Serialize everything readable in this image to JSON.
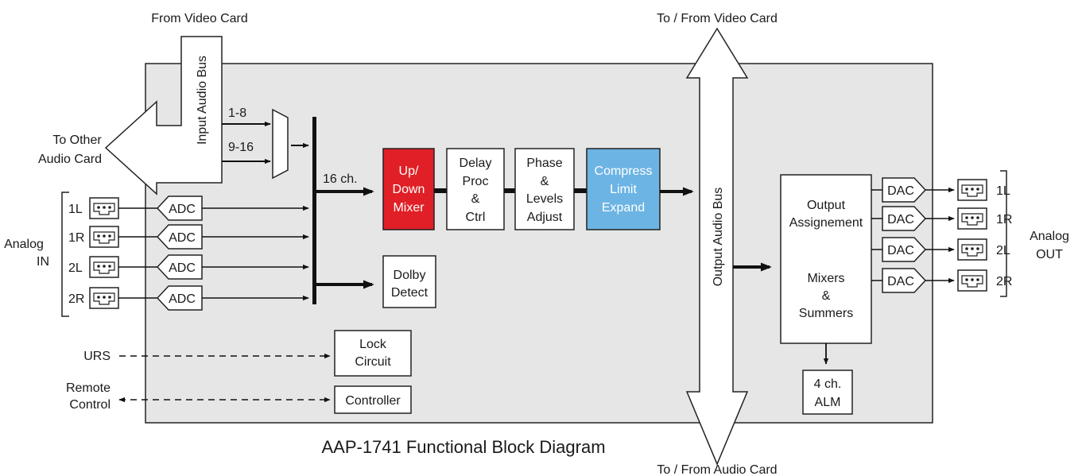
{
  "labels": {
    "from_video_card": "From Video Card",
    "to_from_video_card": "To / From Video Card",
    "to_from_audio_card": "To / From Audio Card",
    "to_other_audio_card": [
      "To Other",
      "Audio Card"
    ],
    "input_audio_bus": "Input Audio Bus",
    "output_audio_bus": "Output Audio Bus",
    "in_1_8": "1-8",
    "in_9_16": "9-16",
    "sixteen_ch": "16 ch.",
    "analog_in": [
      "Analog",
      "IN"
    ],
    "analog_out": [
      "Analog",
      "OUT"
    ],
    "urs": "URS",
    "remote_control": [
      "Remote",
      "Control"
    ],
    "caption": "AAP-1741 Functional Block Diagram"
  },
  "blocks": {
    "up_down_mixer": [
      "Up/",
      "Down",
      "Mixer"
    ],
    "delay_proc": [
      "Delay",
      "Proc",
      "&",
      "Ctrl"
    ],
    "phase_levels": [
      "Phase",
      "&",
      "Levels",
      "Adjust"
    ],
    "compress": [
      "Compress",
      "Limit",
      "Expand"
    ],
    "dolby_detect": [
      "Dolby",
      "Detect"
    ],
    "lock_circuit": [
      "Lock",
      "Circuit"
    ],
    "controller": "Controller",
    "output_assign": [
      "Output",
      "Assignement"
    ],
    "mixers": [
      "Mixers",
      "&",
      "Summers"
    ],
    "alm": [
      "4 ch.",
      "ALM"
    ]
  },
  "inputs": [
    {
      "channel": "1L",
      "converter": "ADC"
    },
    {
      "channel": "1R",
      "converter": "ADC"
    },
    {
      "channel": "2L",
      "converter": "ADC"
    },
    {
      "channel": "2R",
      "converter": "ADC"
    }
  ],
  "outputs": [
    {
      "channel": "1L",
      "converter": "DAC"
    },
    {
      "channel": "1R",
      "converter": "DAC"
    },
    {
      "channel": "2L",
      "converter": "DAC"
    },
    {
      "channel": "2R",
      "converter": "DAC"
    }
  ],
  "colors": {
    "panel": "#e6e6e6",
    "mixer_red": "#e01f26",
    "compress_blue": "#6cb4e4",
    "line": "#111111"
  }
}
